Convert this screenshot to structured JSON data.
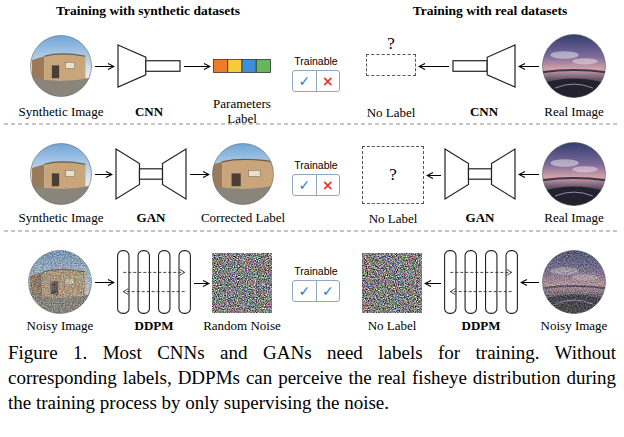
{
  "diagram": {
    "caption": "Figure 1. Most CNNs and GANs need labels for training. Without corresponding labels, DDPMs can perceive the real fisheye distribution during the training process by only supervising the noise.",
    "nodes": [
      {
        "text": [
          "Synthetic Image"
        ]
      },
      {
        "text": [
          "CNN"
        ]
      },
      {
        "text": [
          "Parameters Label"
        ]
      },
      {
        "text": [
          "Trainable",
          "✓",
          "×"
        ]
      },
      {
        "text": [
          "?",
          "No Label"
        ]
      },
      {
        "text": [
          "CNN"
        ]
      },
      {
        "text": [
          "Real Image"
        ]
      },
      {
        "text": [
          "Synthetic Image"
        ]
      },
      {
        "text": [
          "GAN"
        ]
      },
      {
        "text": [
          "Corrected Label"
        ]
      },
      {
        "text": [
          "Trainable",
          "✓",
          "×"
        ]
      },
      {
        "text": [
          "?",
          "No Label"
        ]
      },
      {
        "text": [
          "GAN"
        ]
      },
      {
        "text": [
          "Real Image"
        ]
      },
      {
        "text": [
          "Noisy Image"
        ]
      },
      {
        "text": [
          "DDPM"
        ]
      },
      {
        "text": [
          "Random Noise"
        ]
      },
      {
        "text": [
          "Trainable",
          "✓",
          "✓"
        ]
      },
      {
        "text": [
          "No Label"
        ]
      },
      {
        "text": [
          "DDPM"
        ]
      },
      {
        "text": [
          "Noisy Image"
        ]
      }
    ],
    "edges": [
      {
        "from": 0,
        "to": 1,
        "arrow": "to"
      },
      {
        "from": 1,
        "to": 2,
        "arrow": "to"
      },
      {
        "from": 6,
        "to": 5,
        "arrow": "to"
      },
      {
        "from": 5,
        "to": 4,
        "arrow": "to"
      },
      {
        "from": 7,
        "to": 8,
        "arrow": "to"
      },
      {
        "from": 8,
        "to": 9,
        "arrow": "to"
      },
      {
        "from": 13,
        "to": 12,
        "arrow": "to"
      },
      {
        "from": 12,
        "to": 11,
        "arrow": "to"
      },
      {
        "from": 14,
        "to": 15,
        "arrow": "to"
      },
      {
        "from": 15,
        "to": 16,
        "arrow": "to"
      },
      {
        "from": 20,
        "to": 19,
        "arrow": "to"
      },
      {
        "from": 19,
        "to": 18,
        "arrow": "to"
      }
    ],
    "labels": [
      "Training with synthetic datasets",
      "Training with real datasets"
    ]
  }
}
